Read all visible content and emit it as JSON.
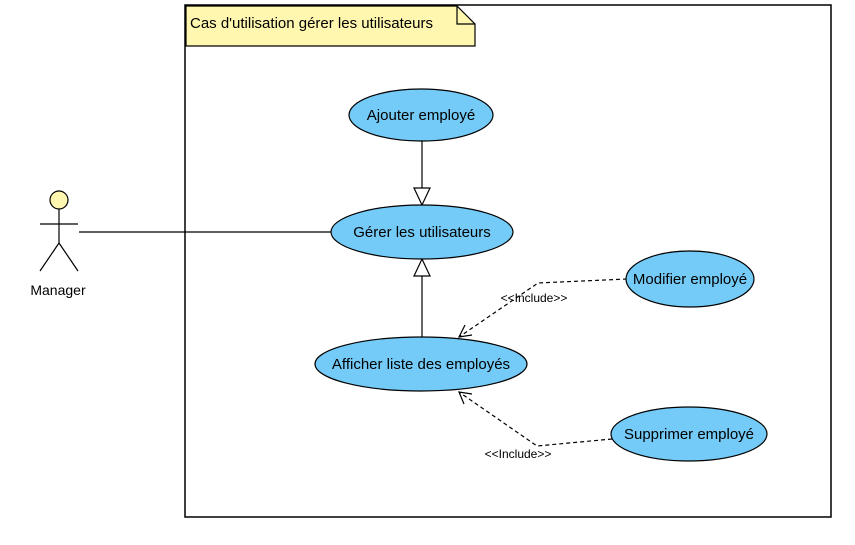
{
  "boundary": {
    "title": "Cas d'utilisation gérer les utilisateurs"
  },
  "actor": {
    "name": "Manager"
  },
  "use_cases": {
    "ajouter": "Ajouter employé",
    "gerer": "Gérer les utilisateurs",
    "afficher": "Afficher liste des employés",
    "modifier": "Modifier employé",
    "supprimer": "Supprimer employé"
  },
  "relations": {
    "include_modifier": "<<Include>>",
    "include_supprimer": "<<Include>>"
  },
  "colors": {
    "use_case_fill": "#74cbf7",
    "note_fill": "#fff6b0",
    "actor_head_fill": "#fff6b0",
    "stroke": "#000000"
  }
}
